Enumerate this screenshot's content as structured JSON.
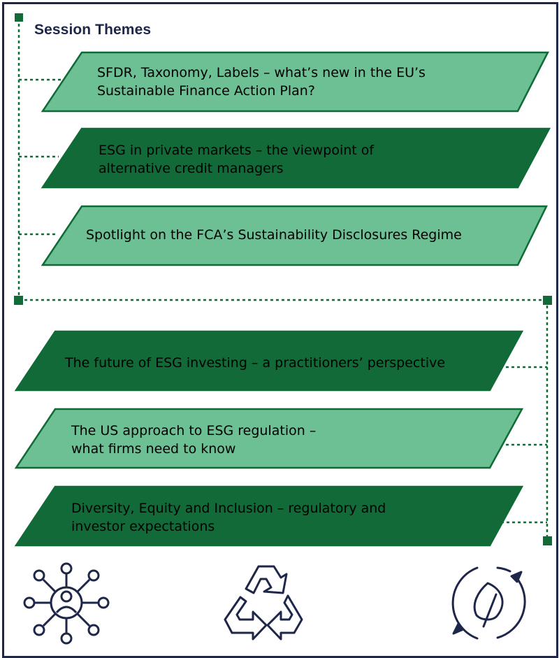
{
  "title": "Session Themes",
  "colors": {
    "navy": "#1e2749",
    "light_green": "#6dbf94",
    "dark_green": "#126a38",
    "border_green": "#0f6b36",
    "connector": "#126a38"
  },
  "themes": [
    {
      "lines": [
        "SFDR, Taxonomy, Labels – what’s new in the EU’s",
        "Sustainable Finance Action Plan?"
      ],
      "shade": "light"
    },
    {
      "lines": [
        "ESG in private markets – the viewpoint of",
        "alternative credit managers"
      ],
      "shade": "dark"
    },
    {
      "lines": [
        "Spotlight on the FCA’s Sustainability Disclosures Regime"
      ],
      "shade": "light"
    },
    {
      "lines": [
        "The future of ESG investing – a practitioners’ perspective"
      ],
      "shade": "dark"
    },
    {
      "lines": [
        "The US approach to ESG regulation –",
        "what firms need to know"
      ],
      "shade": "light"
    },
    {
      "lines": [
        "Diversity, Equity and Inclusion – regulatory and",
        "investor expectations"
      ],
      "shade": "dark"
    }
  ],
  "icons": [
    "network-person-icon",
    "recycle-icon",
    "leaf-cycle-icon"
  ]
}
